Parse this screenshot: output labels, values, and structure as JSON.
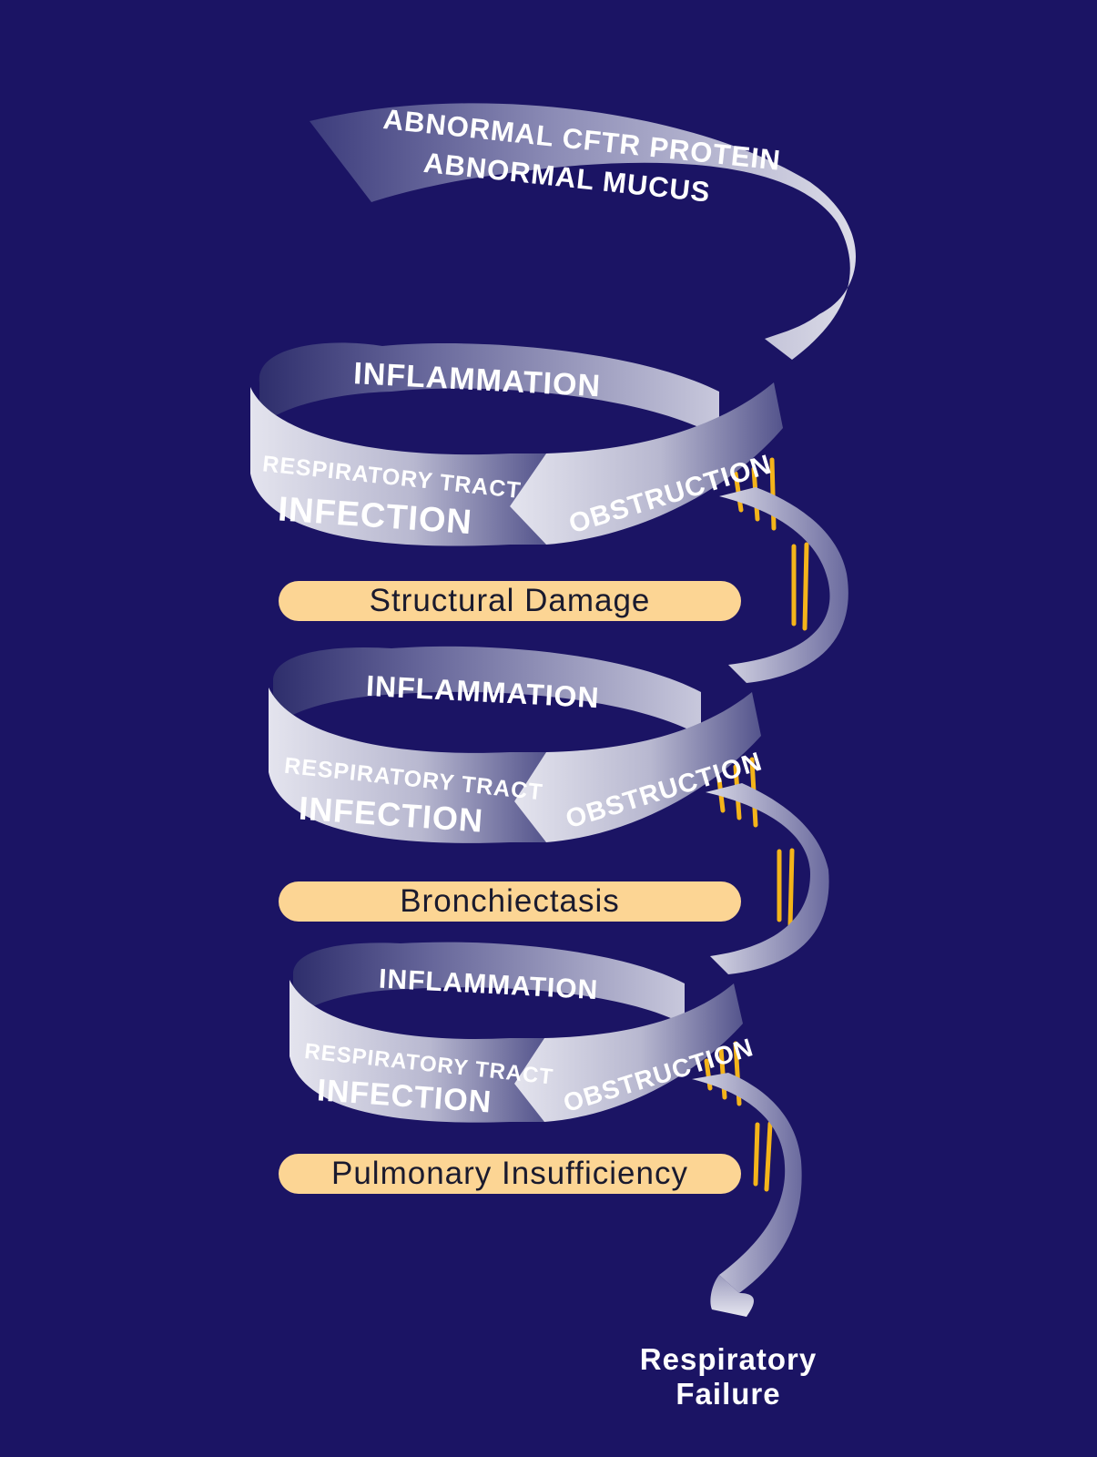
{
  "top_label": {
    "line1": "ABNORMAL CFTR PROTEIN",
    "line2": "ABNORMAL MUCUS"
  },
  "cycles": [
    {
      "inflammation": "INFLAMMATION",
      "infection_line1": "RESPIRATORY TRACT",
      "infection_line2": "INFECTION",
      "obstruction": "OBSTRUCTION"
    },
    {
      "inflammation": "INFLAMMATION",
      "infection_line1": "RESPIRATORY TRACT",
      "infection_line2": "INFECTION",
      "obstruction": "OBSTRUCTION"
    },
    {
      "inflammation": "INFLAMMATION",
      "infection_line1": "RESPIRATORY TRACT",
      "infection_line2": "INFECTION",
      "obstruction": "OBSTRUCTION"
    }
  ],
  "stages": [
    "Structural Damage",
    "Bronchiectasis",
    "Pulmonary Insufficiency"
  ],
  "outcome": {
    "line1": "Respiratory",
    "line2": "Failure"
  },
  "colors": {
    "background": "#1b1464",
    "ribbon_light": "#e6e6f0",
    "ribbon_dark": "#3a3a78",
    "stage_fill": "#fcd594",
    "rungs": "#f4b41a"
  }
}
